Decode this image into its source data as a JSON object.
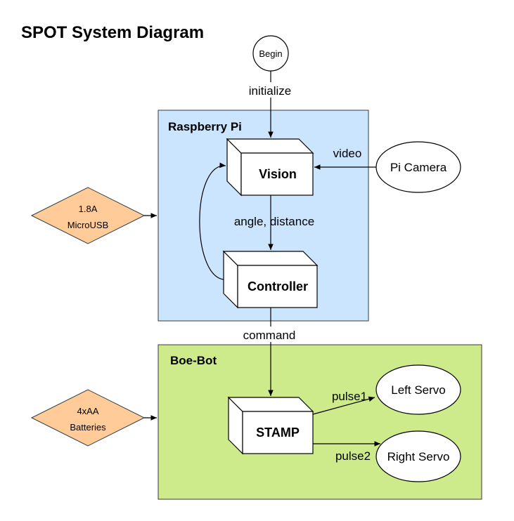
{
  "title": "SPOT System Diagram",
  "colors": {
    "raspberry_pi_fill": "#cce5ff",
    "raspberry_pi_border": "#36393d",
    "boe_bot_fill": "#cdeb8b",
    "boe_bot_border": "#36393d",
    "power_fill": "#ffcc99",
    "power_border": "#36393d"
  },
  "start": {
    "label": "Begin"
  },
  "groups": {
    "raspberry_pi": "Raspberry Pi",
    "boe_bot": "Boe-Bot"
  },
  "blocks": {
    "vision": "Vision",
    "controller": "Controller",
    "stamp": "STAMP"
  },
  "peripherals": {
    "pi_camera": "Pi Camera",
    "left_servo": "Left Servo",
    "right_servo": "Right Servo"
  },
  "power": {
    "pi_power": {
      "line1": "1.8A",
      "line2": "MicroUSB"
    },
    "bot_power": {
      "line1": "4xAA",
      "line2": "Batteries"
    }
  },
  "edges": {
    "initialize": "initialize",
    "video": "video",
    "angle_distance": "angle, distance",
    "command": "command",
    "pulse1": "pulse1",
    "pulse2": "pulse2"
  }
}
